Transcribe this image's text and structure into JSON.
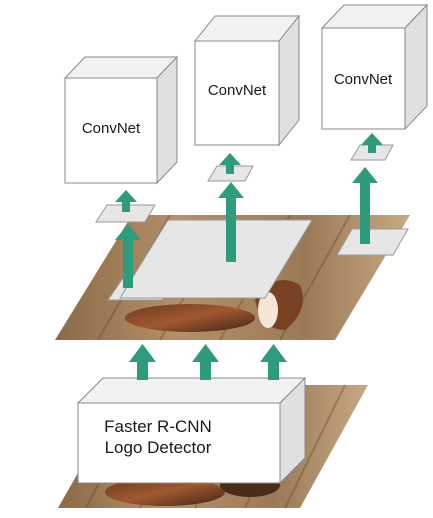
{
  "convnets": [
    {
      "label": "ConvNet"
    },
    {
      "label": "ConvNet"
    },
    {
      "label": "ConvNet"
    }
  ],
  "detector": {
    "line1": "Faster R-CNN",
    "line2": "Logo Detector"
  },
  "colors": {
    "arrow": "#2e9c7c",
    "box_stroke": "#888888",
    "box_face": "#ffffff",
    "box_side": "#e4e4e4",
    "region": "#e6e6e6",
    "plane_wood": "#a8845c",
    "plane_dark": "#4a3426"
  },
  "icons": [
    "up-arrow-icon"
  ]
}
